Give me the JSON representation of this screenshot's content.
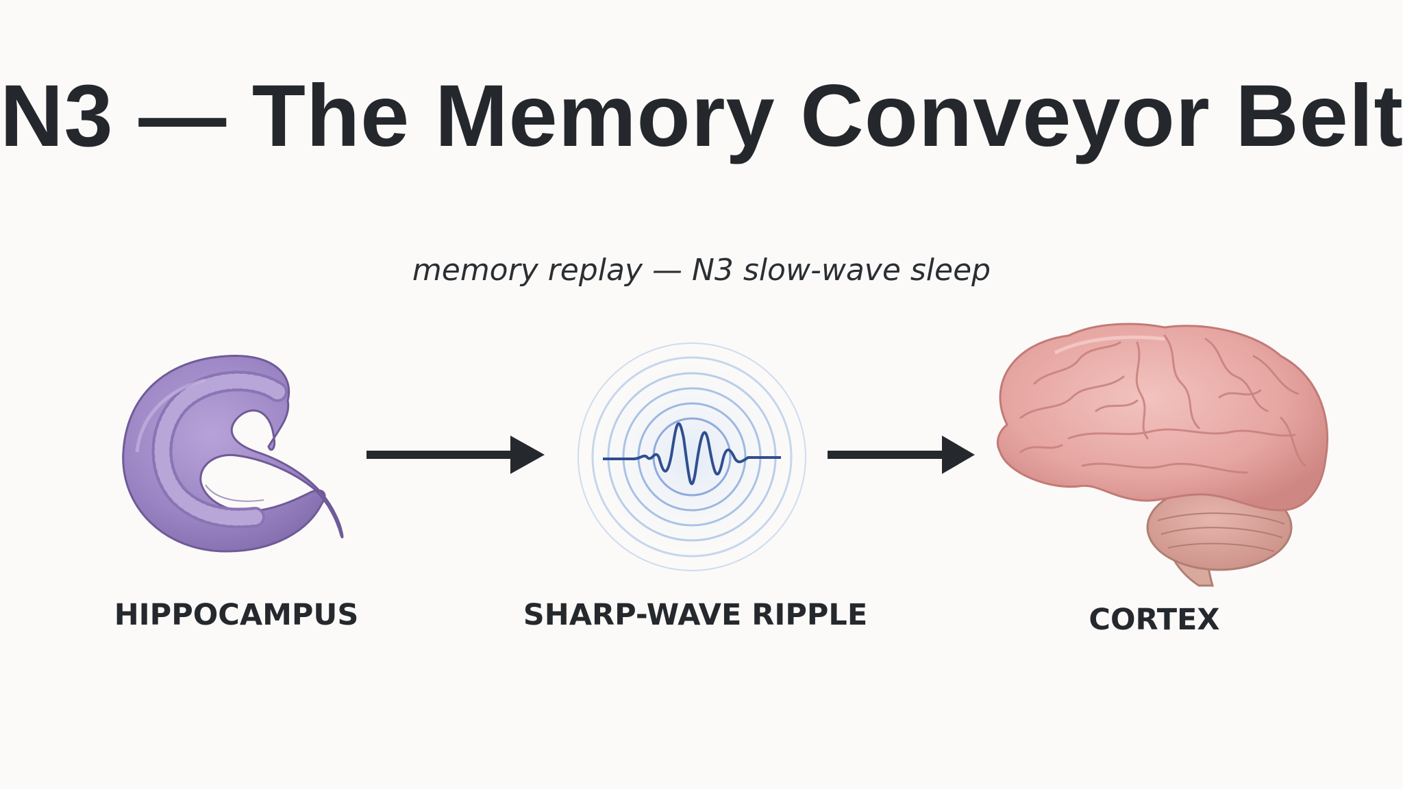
{
  "diagram": {
    "title": "N3 — The Memory Conveyor Belt",
    "subtitle": "memory replay — N3 slow-wave sleep",
    "nodes": [
      {
        "id": "hippocampus",
        "label": "HIPPOCAMPUS",
        "icon": "hippocampus-icon",
        "color": "#9b86c2"
      },
      {
        "id": "ripple",
        "label": "SHARP-WAVE RIPPLE",
        "icon": "sharp-wave-ripple-icon",
        "color": "#2f4f8f"
      },
      {
        "id": "cortex",
        "label": "CORTEX",
        "icon": "brain-icon",
        "color": "#e3a4a0"
      }
    ],
    "edges": [
      {
        "from": "hippocampus",
        "to": "ripple",
        "icon": "arrow-right-icon"
      },
      {
        "from": "ripple",
        "to": "cortex",
        "icon": "arrow-right-icon"
      }
    ]
  }
}
